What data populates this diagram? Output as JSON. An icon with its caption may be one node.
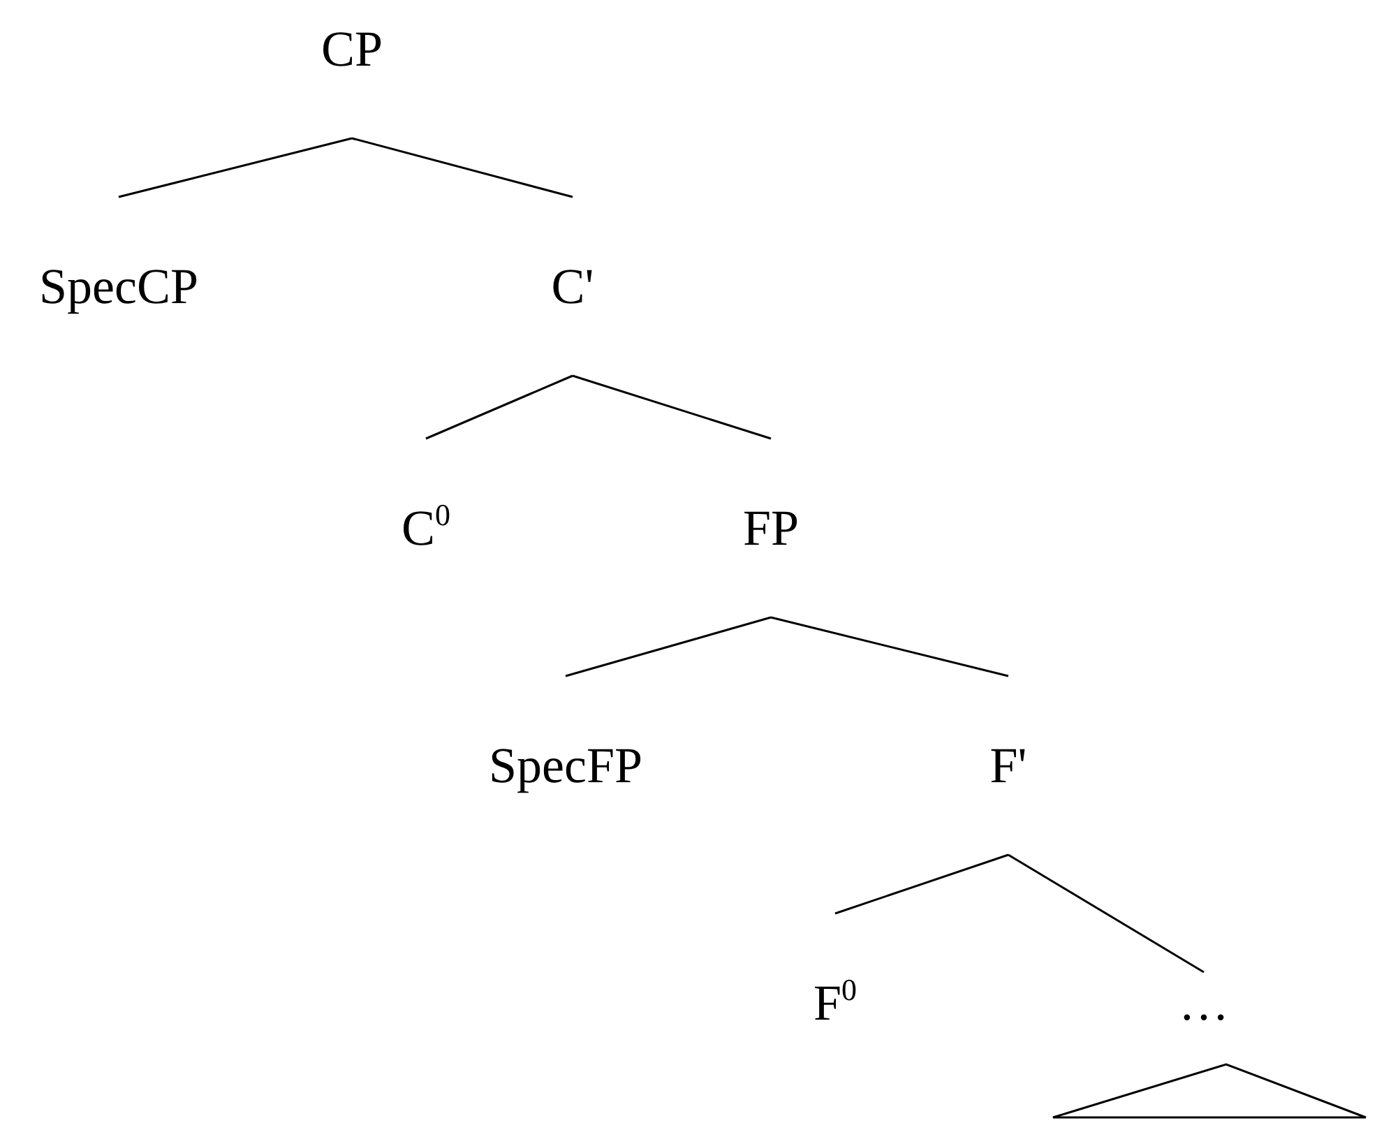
{
  "diagram": {
    "nodes": [
      {
        "text": [
          "CP"
        ]
      },
      {
        "text": [
          "SpecCP"
        ]
      },
      {
        "text": [
          "C'"
        ]
      },
      {
        "text": [
          "C$^{0}$"
        ]
      },
      {
        "text": [
          "FP"
        ]
      },
      {
        "text": [
          "SpecFP"
        ]
      },
      {
        "text": [
          "F'"
        ]
      },
      {
        "text": [
          "F$^{0}$"
        ]
      },
      {
        "text": [
          "…"
        ]
      },
      {
        "text": [],
        "shape": "triangle"
      }
    ],
    "edges": [
      {
        "from": 0,
        "to": 1,
        "arrow": "none"
      },
      {
        "from": 0,
        "to": 2,
        "arrow": "none"
      },
      {
        "from": 2,
        "to": 3,
        "arrow": "none"
      },
      {
        "from": 2,
        "to": 4,
        "arrow": "none"
      },
      {
        "from": 4,
        "to": 5,
        "arrow": "none"
      },
      {
        "from": 4,
        "to": 6,
        "arrow": "none"
      },
      {
        "from": 6,
        "to": 7,
        "arrow": "none"
      },
      {
        "from": 6,
        "to": 8,
        "arrow": "none"
      }
    ]
  }
}
